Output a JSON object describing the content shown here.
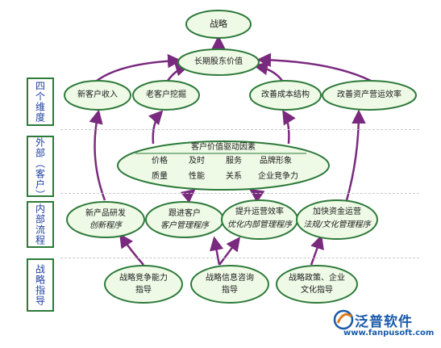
{
  "row_labels": [
    "四个维度",
    "外部（客户）",
    "内部流程",
    "战略指导"
  ],
  "nodes": {
    "strategy": "战略",
    "shareholder_value": "长期股东价值",
    "new_customer_revenue": "新客户收入",
    "old_customer_mining": "老客户挖掘",
    "improve_cost_structure": "改善成本结构",
    "improve_asset_efficiency": "改善资产营运效率",
    "customer_value_drivers": {
      "title": "客户价值驱动因素",
      "items": [
        "价格",
        "及时",
        "服务",
        "品牌形象",
        "质量",
        "性能",
        "关系",
        "企业竞争力"
      ]
    },
    "new_product_dev": {
      "title": "新产品研发",
      "sub": "创新程序"
    },
    "follow_customer": {
      "title": "跟进客户",
      "sub": "客户管理程序"
    },
    "improve_ops": {
      "title": "提升运营效率",
      "sub": "优化内部管理程序"
    },
    "speed_funds": {
      "title": "加快资金运营",
      "sub": "法规/文化管理程序"
    },
    "guide_competitiveness": [
      "战略竞争能力",
      "指导"
    ],
    "guide_info_consulting": [
      "战略信息咨询",
      "指导"
    ],
    "guide_policy_culture": [
      "战略政策、企业",
      "文化指导"
    ]
  },
  "logo": {
    "name": "泛普软件",
    "url": "www.fanpusoft.com"
  },
  "colors": {
    "node_fill": "#eef9e6",
    "node_border": "#2d7a3a",
    "arrow": "#7a2a7e",
    "row_text": "#1e3fa0",
    "logo": "#1a5aa8"
  }
}
